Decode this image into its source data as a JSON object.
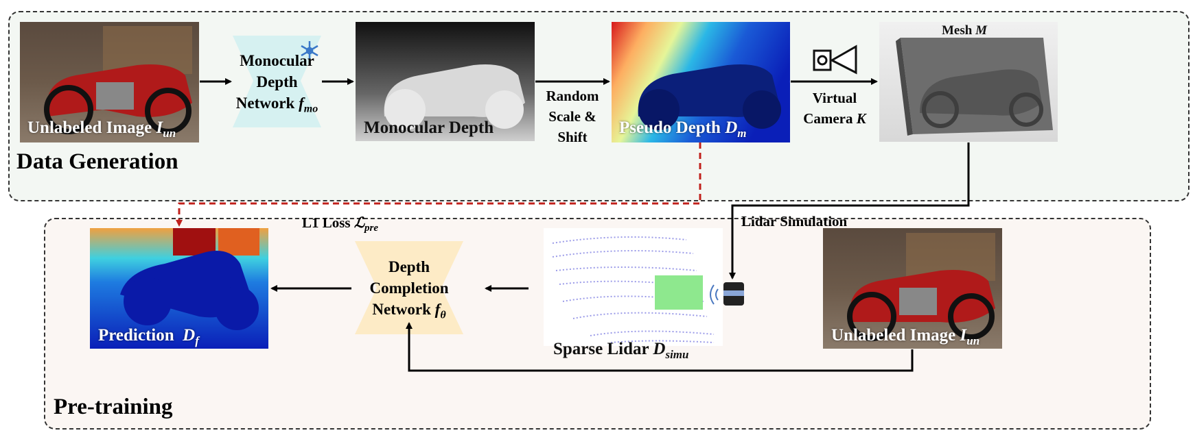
{
  "sections": {
    "data_generation": "Data Generation",
    "pre_training": "Pre-training"
  },
  "images": {
    "unlabeled_top": {
      "text": "Unlabeled Image ",
      "sym": "I",
      "sub": "un"
    },
    "monocular_depth": {
      "text": "Monocular Depth"
    },
    "pseudo_depth": {
      "text": "Pseudo Depth ",
      "sym": "D",
      "sub": "m"
    },
    "mesh": {
      "text": "Mesh ",
      "sym": "M"
    },
    "prediction": {
      "text": "Prediction  ",
      "sym": "D",
      "sub": "f"
    },
    "sparse_lidar": {
      "text": "Sparse Lidar ",
      "sym": "D",
      "sub": "simu"
    },
    "unlabeled_bottom": {
      "text": "Unlabeled Image ",
      "sym": "I",
      "sub": "un"
    }
  },
  "networks": {
    "monocular": {
      "line1": "Monocular",
      "line2": "Depth",
      "line3": "Network ",
      "sym": "f",
      "sub": "mo",
      "color": "#d6f1f1"
    },
    "completion": {
      "line1": "Depth",
      "line2": "Completion",
      "line3": "Network ",
      "sym": "f",
      "sub": "θ",
      "color": "#fdebc6"
    }
  },
  "arrow_labels": {
    "random_scale": {
      "line1": "Random",
      "line2": "Scale &",
      "line3": "Shift"
    },
    "virtual_camera": {
      "line1": "Virtual",
      "line2": "Camera ",
      "sym": "K"
    },
    "lidar_simulation": "Lidar Simulation",
    "l1_loss": {
      "text": "L1 Loss ",
      "sym": "ℒ",
      "sub": "pre"
    }
  },
  "colors": {
    "loss_arrow": "#c0201b",
    "arrow": "#000000"
  }
}
